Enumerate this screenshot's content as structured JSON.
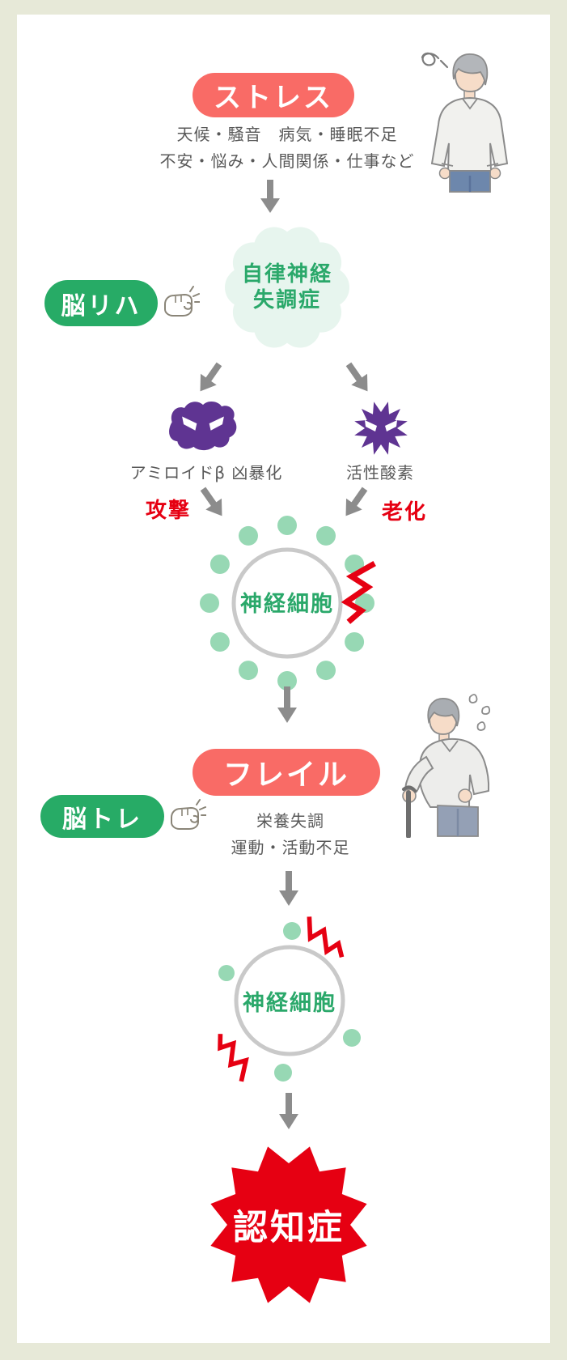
{
  "colors": {
    "page_background": "#e7e9d8",
    "panel_background": "#ffffff",
    "coral_red": "#f96b66",
    "green": "#27ab66",
    "green_text": "#2aa86a",
    "cloud_fill": "#e7f5ee",
    "monster_purple": "#5f3492",
    "neuron_dot_green": "#97d8b4",
    "arrow_gray": "#8c8c8c",
    "alert_red": "#e60012",
    "body_text_gray": "#595959",
    "cell_border_gray": "#c9c9c9"
  },
  "stress": {
    "title": "ストレス",
    "desc1": "天候・騒音　病気・睡眠不足",
    "desc2": "不安・悩み・人間関係・仕事など"
  },
  "badges": {
    "rehab": "脳リハ",
    "training": "脳トレ"
  },
  "autonomic": {
    "line1": "自律神経",
    "line2": "失調症"
  },
  "threats": {
    "amyloid": {
      "label": "アミロイドβ 凶暴化",
      "action": "攻撃"
    },
    "oxidative": {
      "label": "活性酸素",
      "action": "老化"
    }
  },
  "neuron": {
    "label": "神経細胞"
  },
  "frailty": {
    "title": "フレイル",
    "desc1": "栄養失調",
    "desc2": "運動・活動不足"
  },
  "dementia": {
    "label": "認知症"
  },
  "icons": [
    "scribble-icon",
    "fist-icon",
    "down-arrow-icon",
    "diagonal-arrow-icon",
    "amyloid-monster-icon",
    "oxidative-monster-icon",
    "neuron-dot",
    "damage-zigzag-icon",
    "stressed-man-illustration",
    "elderly-man-illustration",
    "cloud-shape",
    "starburst-shape"
  ]
}
